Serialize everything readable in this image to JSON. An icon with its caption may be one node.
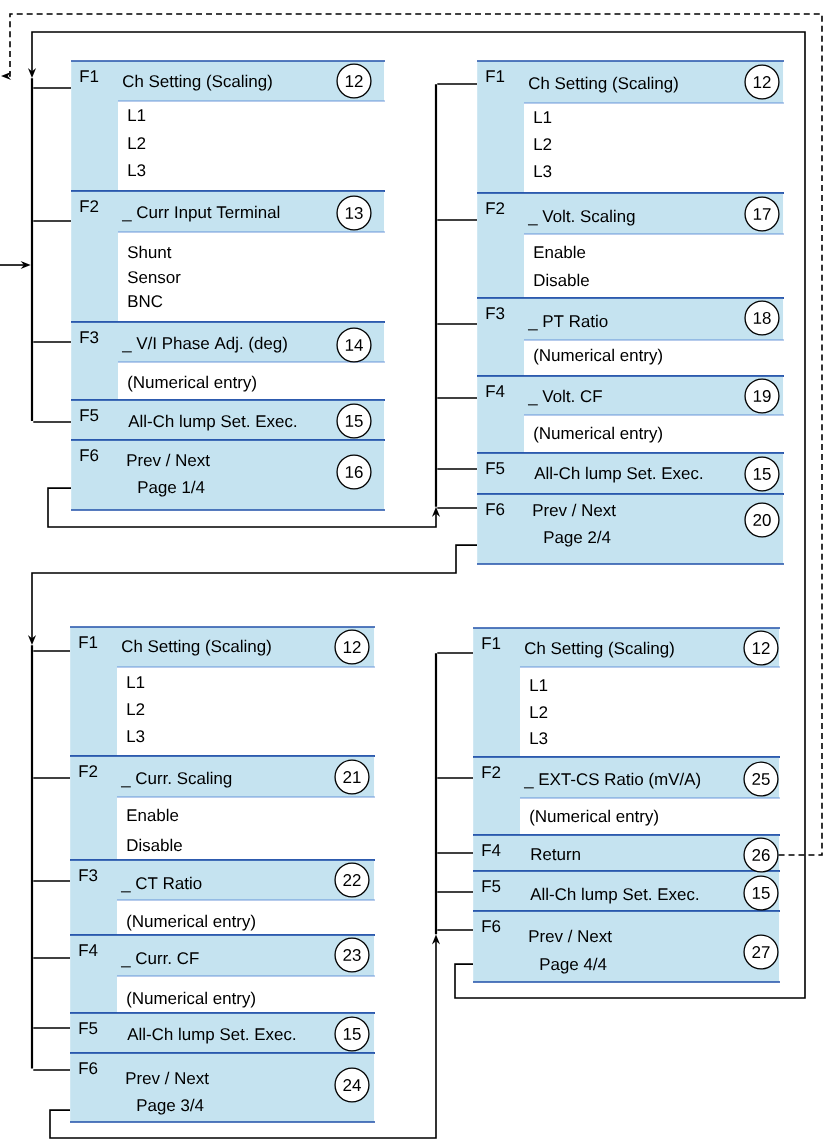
{
  "diagram": {
    "nodes": [
      {
        "text": [],
        "shape": "bar"
      },
      {
        "text": [
          "F1",
          "Ch Setting (Scaling)",
          "L1",
          "L2",
          "L3"
        ]
      },
      {
        "text": [
          "12"
        ],
        "in": 1
      },
      {
        "text": [
          "F2",
          "_ Curr Input Terminal",
          "Shunt",
          "Sensor",
          "BNC"
        ]
      },
      {
        "text": [
          "13"
        ],
        "in": 3
      },
      {
        "text": [
          "F3",
          "_ V/I Phase Adj. (deg)",
          "(Numerical entry)"
        ]
      },
      {
        "text": [
          "14"
        ],
        "in": 5
      },
      {
        "text": [
          "F5",
          "All-Ch lump Set. Exec."
        ]
      },
      {
        "text": [
          "15"
        ],
        "in": 7
      },
      {
        "text": [
          "F6",
          "Prev / Next",
          "Page 1/4"
        ]
      },
      {
        "text": [
          "16"
        ],
        "in": 9
      },
      {
        "text": [],
        "shape": "bar"
      },
      {
        "text": [
          "F1",
          "Ch Setting (Scaling)",
          "L1",
          "L2",
          "L3"
        ]
      },
      {
        "text": [
          "12"
        ],
        "in": 12
      },
      {
        "text": [
          "F2",
          "_ Volt. Scaling",
          "Enable",
          "Disable"
        ]
      },
      {
        "text": [
          "17"
        ],
        "in": 14
      },
      {
        "text": [
          "F3",
          "_ PT Ratio",
          "(Numerical entry)"
        ]
      },
      {
        "text": [
          "18"
        ],
        "in": 16
      },
      {
        "text": [
          "F4",
          "_ Volt. CF",
          "(Numerical entry)"
        ]
      },
      {
        "text": [
          "19"
        ],
        "in": 18
      },
      {
        "text": [
          "F5",
          "All-Ch lump Set. Exec."
        ]
      },
      {
        "text": [
          "15"
        ],
        "in": 20
      },
      {
        "text": [
          "F6",
          "Prev / Next",
          "Page 2/4"
        ]
      },
      {
        "text": [
          "20"
        ],
        "in": 22
      },
      {
        "text": [],
        "shape": "bar"
      },
      {
        "text": [
          "F1",
          "Ch Setting (Scaling)",
          "L1",
          "L2",
          "L3"
        ]
      },
      {
        "text": [
          "12"
        ],
        "in": 25
      },
      {
        "text": [
          "F2",
          "_ Curr. Scaling",
          "Enable",
          "Disable"
        ]
      },
      {
        "text": [
          "21"
        ],
        "in": 27
      },
      {
        "text": [
          "F3",
          "_ CT Ratio",
          "(Numerical entry)"
        ]
      },
      {
        "text": [
          "22"
        ],
        "in": 29
      },
      {
        "text": [
          "F4",
          "_ Curr. CF",
          "(Numerical entry)"
        ]
      },
      {
        "text": [
          "23"
        ],
        "in": 31
      },
      {
        "text": [
          "F5",
          "All-Ch lump Set. Exec."
        ]
      },
      {
        "text": [
          "15"
        ],
        "in": 33
      },
      {
        "text": [
          "F6",
          "Prev / Next",
          "Page 3/4"
        ]
      },
      {
        "text": [
          "24"
        ],
        "in": 35
      },
      {
        "text": [],
        "shape": "bar"
      },
      {
        "text": [
          "F1",
          "Ch Setting (Scaling)",
          "L1",
          "L2",
          "L3"
        ]
      },
      {
        "text": [
          "12"
        ],
        "in": 38
      },
      {
        "text": [
          "F2",
          "_ EXT-CS Ratio (mV/A)",
          "(Numerical entry)"
        ]
      },
      {
        "text": [
          "25"
        ],
        "in": 40
      },
      {
        "text": [
          "F4",
          "Return"
        ]
      },
      {
        "text": [
          "26"
        ],
        "in": 42
      },
      {
        "text": [
          "F5",
          "All-Ch lump Set. Exec."
        ]
      },
      {
        "text": [
          "15"
        ],
        "in": 44
      },
      {
        "text": [
          "F6",
          "Prev / Next",
          "Page 4/4"
        ]
      },
      {
        "text": [
          "27"
        ],
        "in": 46
      }
    ],
    "edges": [
      {
        "from": null,
        "to": 0,
        "arrow": "to"
      },
      {
        "from": 0,
        "to": 1,
        "arrow": "none"
      },
      {
        "from": 0,
        "to": 3,
        "arrow": "none"
      },
      {
        "from": 0,
        "to": 5,
        "arrow": "none"
      },
      {
        "from": 0,
        "to": 7,
        "arrow": "none"
      },
      {
        "from": 9,
        "to": 11,
        "arrow": "to"
      },
      {
        "from": 11,
        "to": 12,
        "arrow": "none"
      },
      {
        "from": 11,
        "to": 14,
        "arrow": "none"
      },
      {
        "from": 11,
        "to": 16,
        "arrow": "none"
      },
      {
        "from": 11,
        "to": 18,
        "arrow": "none"
      },
      {
        "from": 11,
        "to": 20,
        "arrow": "none"
      },
      {
        "from": 11,
        "to": 22,
        "arrow": "none"
      },
      {
        "from": 22,
        "to": 24,
        "arrow": "to"
      },
      {
        "from": 24,
        "to": 25,
        "arrow": "none"
      },
      {
        "from": 24,
        "to": 27,
        "arrow": "none"
      },
      {
        "from": 24,
        "to": 29,
        "arrow": "none"
      },
      {
        "from": 24,
        "to": 31,
        "arrow": "none"
      },
      {
        "from": 24,
        "to": 33,
        "arrow": "none"
      },
      {
        "from": 24,
        "to": 35,
        "arrow": "none"
      },
      {
        "from": 35,
        "to": 37,
        "arrow": "to"
      },
      {
        "from": 37,
        "to": 38,
        "arrow": "none"
      },
      {
        "from": 37,
        "to": 40,
        "arrow": "none"
      },
      {
        "from": 37,
        "to": 42,
        "arrow": "none"
      },
      {
        "from": 37,
        "to": 44,
        "arrow": "none"
      },
      {
        "from": 37,
        "to": 46,
        "arrow": "none"
      },
      {
        "from": 46,
        "to": 0,
        "arrow": "to"
      },
      {
        "from": 43,
        "to": null,
        "arrow": "to",
        "style": "dashed"
      }
    ]
  }
}
